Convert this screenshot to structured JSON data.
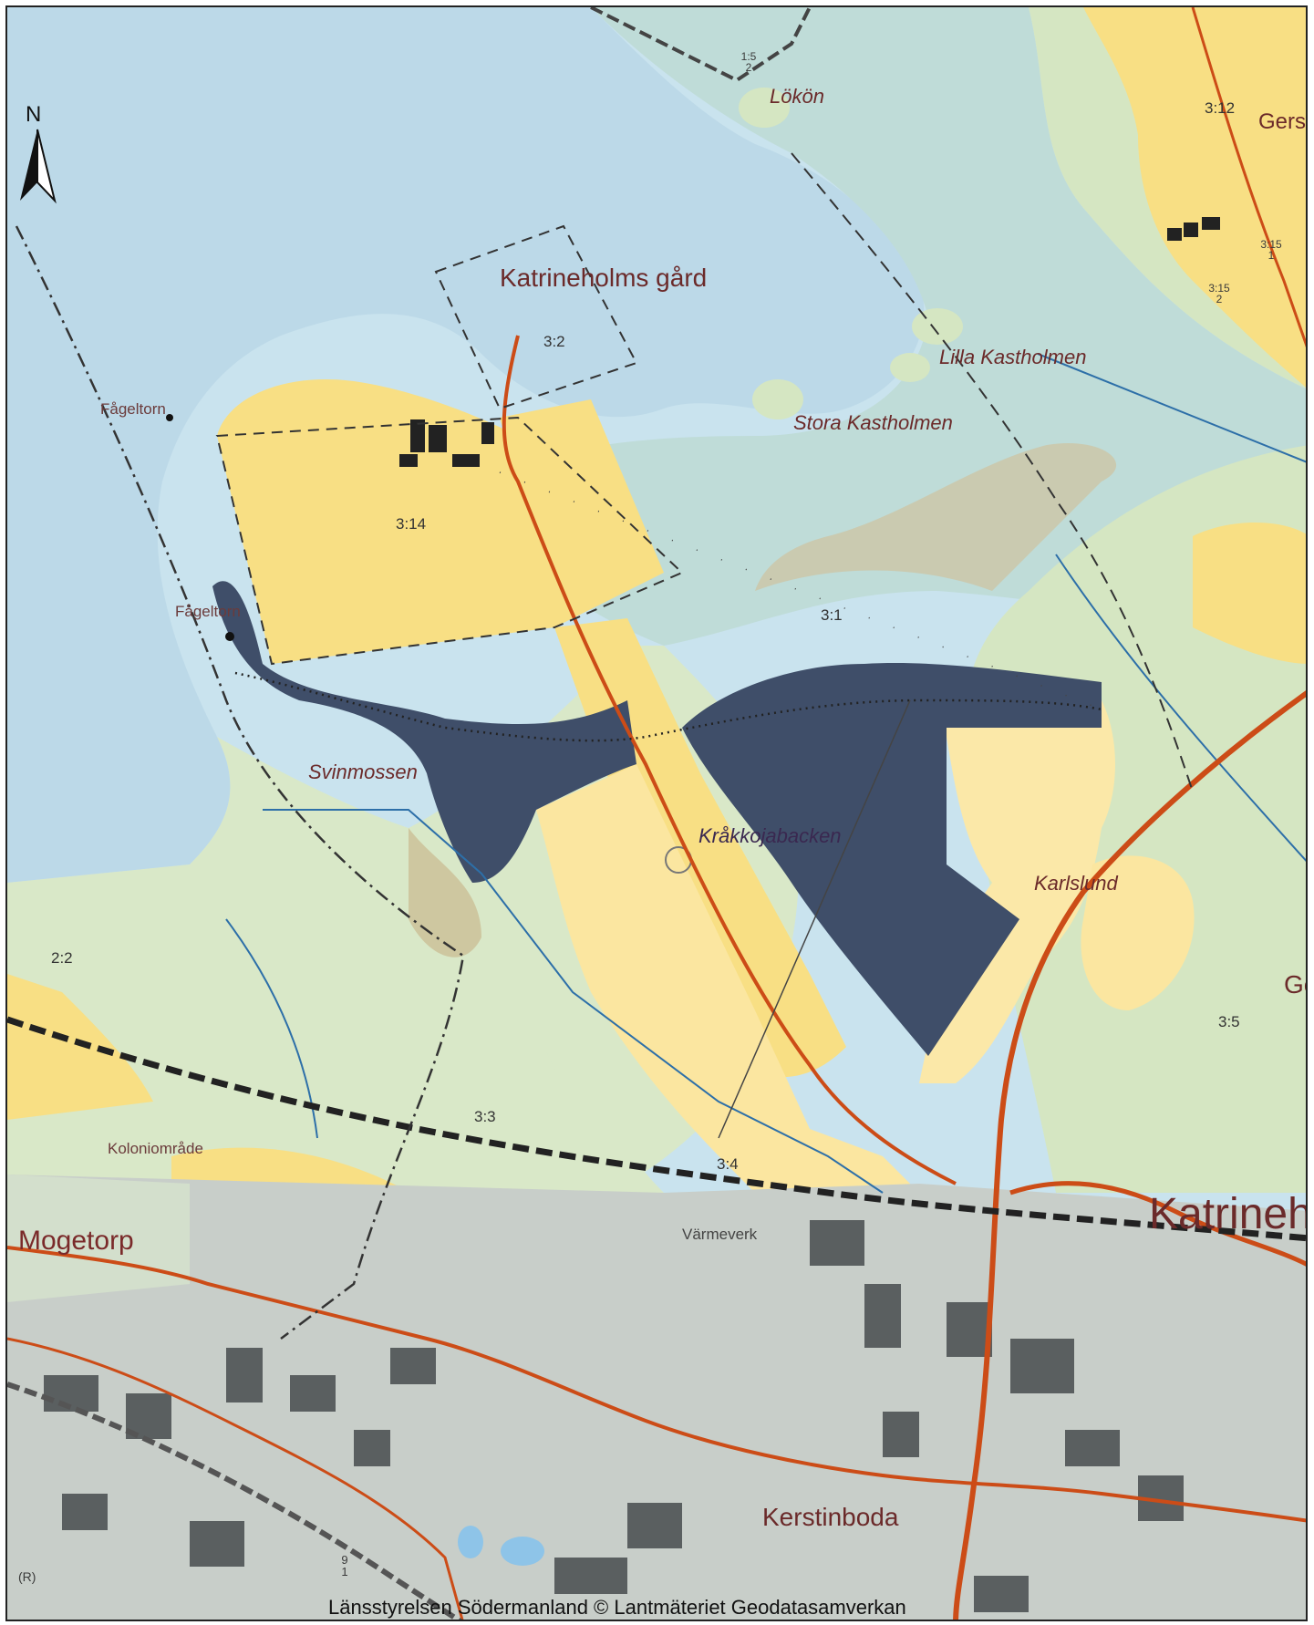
{
  "map": {
    "north_label": "N",
    "credit": "Länsstyrelsen Södermanland © Lantmäteriet Geodatasamverkan",
    "colors": {
      "water": "#cfe6ef",
      "water_dark": "#b8d8e8",
      "field": "#f8df84",
      "field_light": "#fbe8a8",
      "forest": "#d9e8c8",
      "wetland": "#bfdcd8",
      "reserve": "#3f4e69",
      "road": "#cc4c17",
      "urban": "#c8cec9"
    },
    "place_names": {
      "katrineholms_gard": "Katrineholms gård",
      "mogetorp": "Mogetorp",
      "kerstinboda": "Kerstinboda",
      "katrineh": "Katrineh",
      "gers": "Gers",
      "ge": "Ge"
    },
    "italic_names": {
      "lokon": "Lökön",
      "lilla_kastholmen": "Lilla Kastholmen",
      "stora_kastholmen": "Stora Kastholmen",
      "svinmossen": "Svinmossen",
      "krakkojabacken": "Kråkkojabacken",
      "karlslund": "Karlslund"
    },
    "features": {
      "fageltorn_1": "Fågeltorn",
      "fageltorn_2": "Fågeltorn",
      "koloniomrade": "Koloniområde",
      "varmeverk": "Värmeverk"
    },
    "parcels": {
      "p3_14": "3:14",
      "p3_2": "3:2",
      "p3_1": "3:1",
      "p3_12": "3:12",
      "p3_15_1": "3:15 1",
      "p3_15_2": "3:15 2",
      "p1_5_2": "1:5 2",
      "p2_2": "2:2",
      "p3_3": "3:3",
      "p3_4": "3:4",
      "p3_5": "3:5",
      "p9_1": "9 1",
      "r_mark": "(R)"
    }
  }
}
